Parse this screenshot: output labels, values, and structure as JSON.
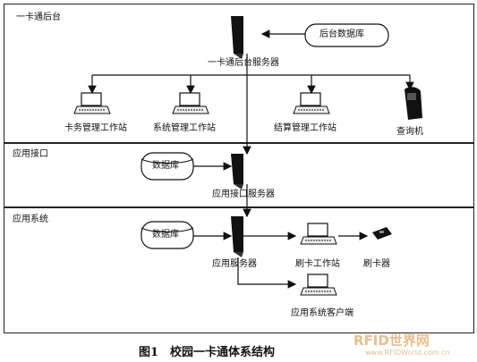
{
  "sections": {
    "backend": "一卡通后台",
    "api": "应用接口",
    "app": "应用系统"
  },
  "nodes": {
    "backend_db": "后台数据库",
    "backend_server": "一卡通后台服务器",
    "card_mgmt": "卡务管理工作站",
    "sys_mgmt": "系统管理工作站",
    "settle": "结算管理工作站",
    "kiosk": "查询机",
    "api_db": "数据库",
    "api_server": "应用接口服务器",
    "app_db": "数据库",
    "app_server": "应用服务器",
    "swipe_ws": "刷卡工作站",
    "card_reader": "刷卡器",
    "app_client": "应用系统客户端"
  },
  "caption": "图1　校园一卡通体系结构",
  "watermark": {
    "main": "RFID世界网",
    "url": "www.RFIDWorld.com.cn"
  }
}
